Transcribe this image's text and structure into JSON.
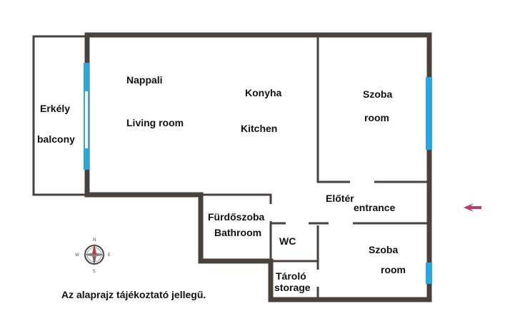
{
  "rooms": {
    "balcony": {
      "hu": "Erkély",
      "en": "balcony"
    },
    "living": {
      "hu": "Nappali",
      "en": "Living room"
    },
    "kitchen": {
      "hu": "Konyha",
      "en": "Kitchen"
    },
    "room_top": {
      "hu": "Szoba",
      "en": "room"
    },
    "entrance": {
      "hu": "Előtér",
      "en": "entrance"
    },
    "bathroom": {
      "hu": "Fürdőszoba",
      "en": "Bathroom"
    },
    "wc": {
      "label": "WC"
    },
    "room_bottom": {
      "hu": "Szoba",
      "en": "room"
    },
    "storage": {
      "hu": "Tároló",
      "en": "storage"
    }
  },
  "compass": {
    "n": "N",
    "s": "S",
    "e": "E",
    "w": "W"
  },
  "footer_note": "Az alaprajz tájékoztató jellegű.",
  "colors": {
    "wall": "#4a403c",
    "window": "#29a8e0",
    "entrance_arrow": "#c23b66"
  },
  "icons": {
    "entrance_arrow": "arrow-left-icon",
    "compass": "compass-rose-icon"
  }
}
